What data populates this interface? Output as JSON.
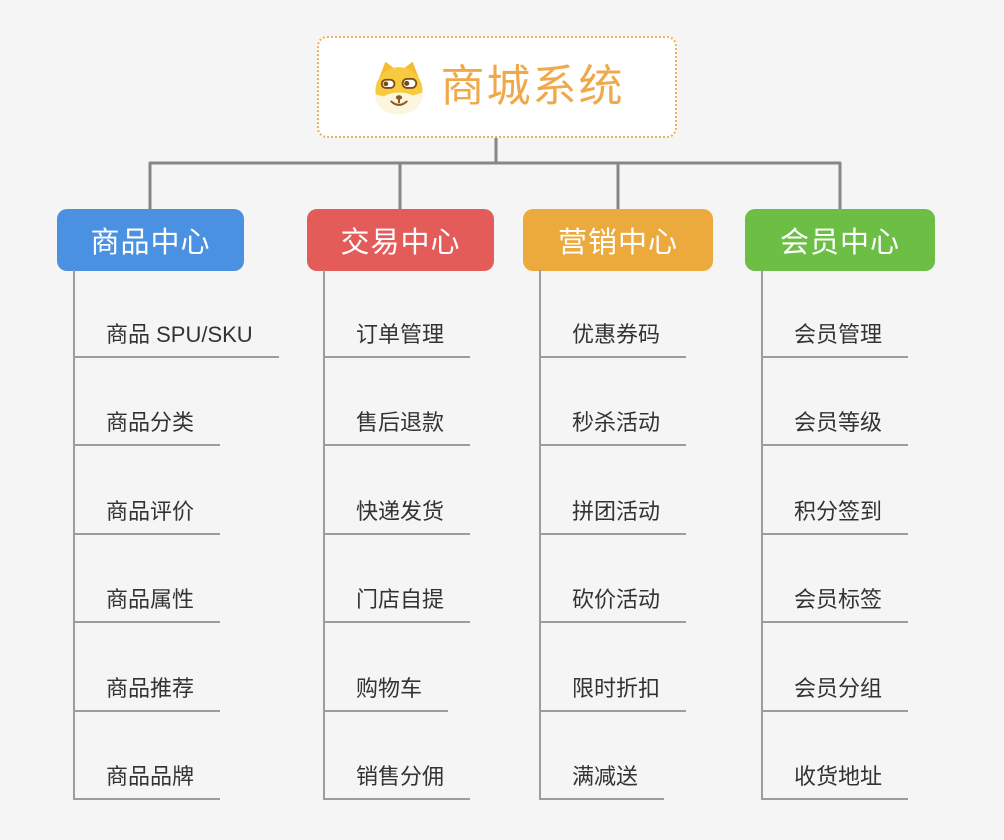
{
  "page": {
    "background_color": "#f5f5f5"
  },
  "root": {
    "title": "商城系统",
    "icon": "doge-shiba-icon",
    "title_color": "#f0a94a",
    "border_color": "#eab158",
    "fill_color": "#ffffff"
  },
  "lines": {
    "main_connector_color": "#868686",
    "child_line_color": "#9c9c9c",
    "child_text_color": "#333333"
  },
  "branches": [
    {
      "label": "商品中心",
      "color": "#4b91e2",
      "children": [
        "商品 SPU/SKU",
        "商品分类",
        "商品评价",
        "商品属性",
        "商品推荐",
        "商品品牌"
      ]
    },
    {
      "label": "交易中心",
      "color": "#e35c5a",
      "children": [
        "订单管理",
        "售后退款",
        "快递发货",
        "门店自提",
        "购物车",
        "销售分佣"
      ]
    },
    {
      "label": "营销中心",
      "color": "#ecaa3d",
      "children": [
        "优惠券码",
        "秒杀活动",
        "拼团活动",
        "砍价活动",
        "限时折扣",
        "满减送"
      ]
    },
    {
      "label": "会员中心",
      "color": "#6cbf44",
      "children": [
        "会员管理",
        "会员等级",
        "积分签到",
        "会员标签",
        "会员分组",
        "收货地址"
      ]
    }
  ]
}
